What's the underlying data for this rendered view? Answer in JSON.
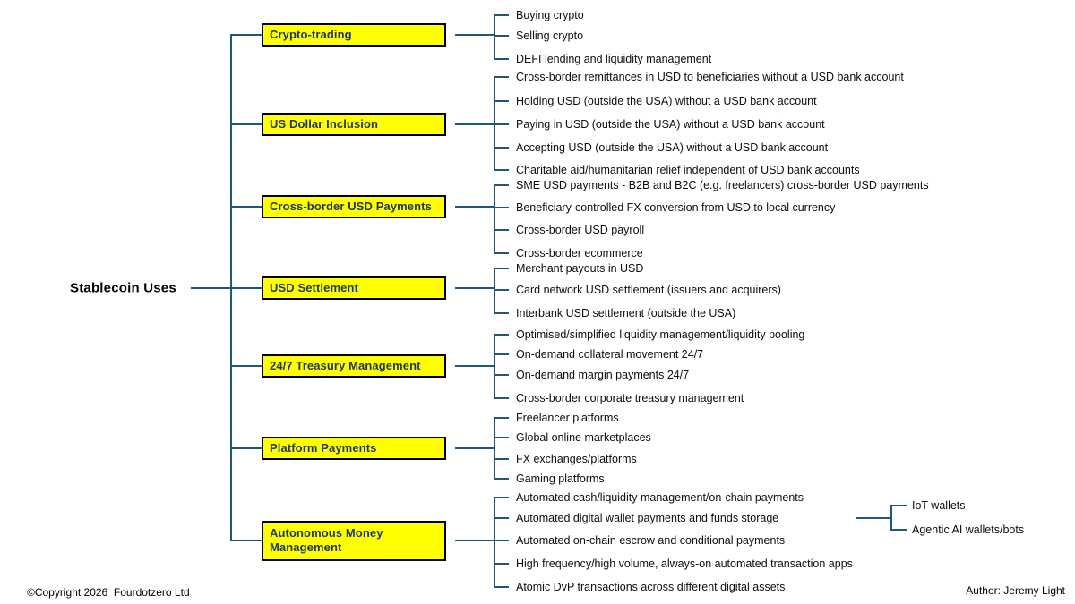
{
  "root": {
    "label": "Stablecoin Uses"
  },
  "footer": {
    "left": "©Copyright 2026  Fourdotzero Ltd",
    "right": "Author: Jeremy Light"
  },
  "colors": {
    "line": "#1f5974",
    "box_fill": "#ffff00",
    "box_border": "#000000",
    "box_text": "#1f3864",
    "leaf_text": "#0d0d0d"
  },
  "branches": [
    {
      "label": "Crypto-trading",
      "items": [
        {
          "label": "Buying crypto"
        },
        {
          "label": "Selling crypto"
        },
        {
          "label": "DEFI lending and liquidity management"
        }
      ]
    },
    {
      "label": "US Dollar Inclusion",
      "items": [
        {
          "label": "Cross-border remittances in USD to beneficiaries without a USD bank account"
        },
        {
          "label": "Holding USD (outside the USA) without a USD bank account"
        },
        {
          "label": "Paying in USD (outside the USA) without a USD bank account"
        },
        {
          "label": "Accepting USD (outside the USA) without a USD bank account"
        },
        {
          "label": "Charitable aid/humanitarian relief independent of USD bank accounts"
        }
      ]
    },
    {
      "label": "Cross-border USD Payments",
      "items": [
        {
          "label": "SME USD payments - B2B and B2C (e.g. freelancers) cross-border USD payments"
        },
        {
          "label": "Beneficiary-controlled FX conversion from USD to local currency"
        },
        {
          "label": "Cross-border USD payroll"
        },
        {
          "label": "Cross-border ecommerce"
        }
      ]
    },
    {
      "label": "USD Settlement",
      "items": [
        {
          "label": "Merchant payouts in USD"
        },
        {
          "label": "Card network USD settlement (issuers and acquirers)"
        },
        {
          "label": "Interbank USD settlement (outside the USA)"
        }
      ]
    },
    {
      "label": "24/7 Treasury Management",
      "items": [
        {
          "label": "Optimised/simplified liquidity management/liquidity pooling"
        },
        {
          "label": "On-demand collateral movement 24/7"
        },
        {
          "label": "On-demand margin payments 24/7"
        },
        {
          "label": "Cross-border corporate treasury management"
        }
      ]
    },
    {
      "label": "Platform Payments",
      "items": [
        {
          "label": "Freelancer platforms"
        },
        {
          "label": "Global online marketplaces"
        },
        {
          "label": "FX exchanges/platforms"
        },
        {
          "label": "Gaming platforms"
        }
      ]
    },
    {
      "label": "Autonomous Money Management",
      "items": [
        {
          "label": "Automated cash/liquidity management/on-chain payments"
        },
        {
          "label": "Automated digital wallet payments and funds storage",
          "children": [
            "IoT wallets",
            "Agentic AI wallets/bots"
          ]
        },
        {
          "label": "Automated on-chain escrow and conditional payments"
        },
        {
          "label": "High frequency/high volume, always-on automated transaction apps"
        },
        {
          "label": "Atomic DvP transactions across different digital assets"
        }
      ]
    }
  ]
}
